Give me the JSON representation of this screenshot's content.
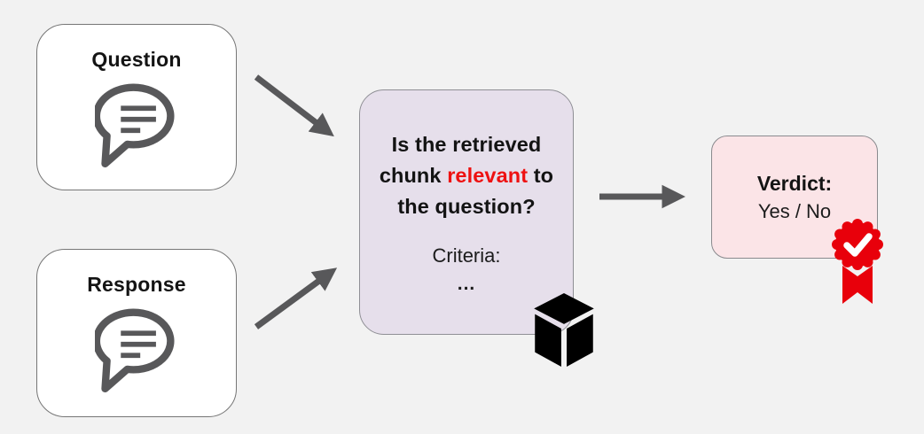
{
  "nodes": {
    "question": {
      "label": "Question",
      "icon": "speech-bubble-icon"
    },
    "response": {
      "label": "Response",
      "icon": "speech-bubble-icon"
    },
    "judge": {
      "question_line1": "Is the retrieved",
      "question_line2_pre": "chunk ",
      "question_line2_highlight": "relevant",
      "question_line2_post": " to",
      "question_line3": "the question?",
      "criteria_label": "Criteria:",
      "criteria_value": "...",
      "icon": "cube-icon"
    },
    "verdict": {
      "title": "Verdict:",
      "value": "Yes / No",
      "icon": "award-ribbon-icon"
    }
  },
  "edges": [
    {
      "from": "question",
      "to": "judge"
    },
    {
      "from": "response",
      "to": "judge"
    },
    {
      "from": "judge",
      "to": "verdict"
    }
  ],
  "colors": {
    "background": "#f2f2f2",
    "io_node_fill": "#ffffff",
    "judge_node_fill": "#e6dfeb",
    "verdict_node_fill": "#fbe4e7",
    "node_border": "#767676",
    "arrow_gray": "#58585a",
    "icon_gray": "#58585a",
    "highlight_red": "#ee1111",
    "badge_red": "#e8000b",
    "text_dark": "#141414"
  }
}
